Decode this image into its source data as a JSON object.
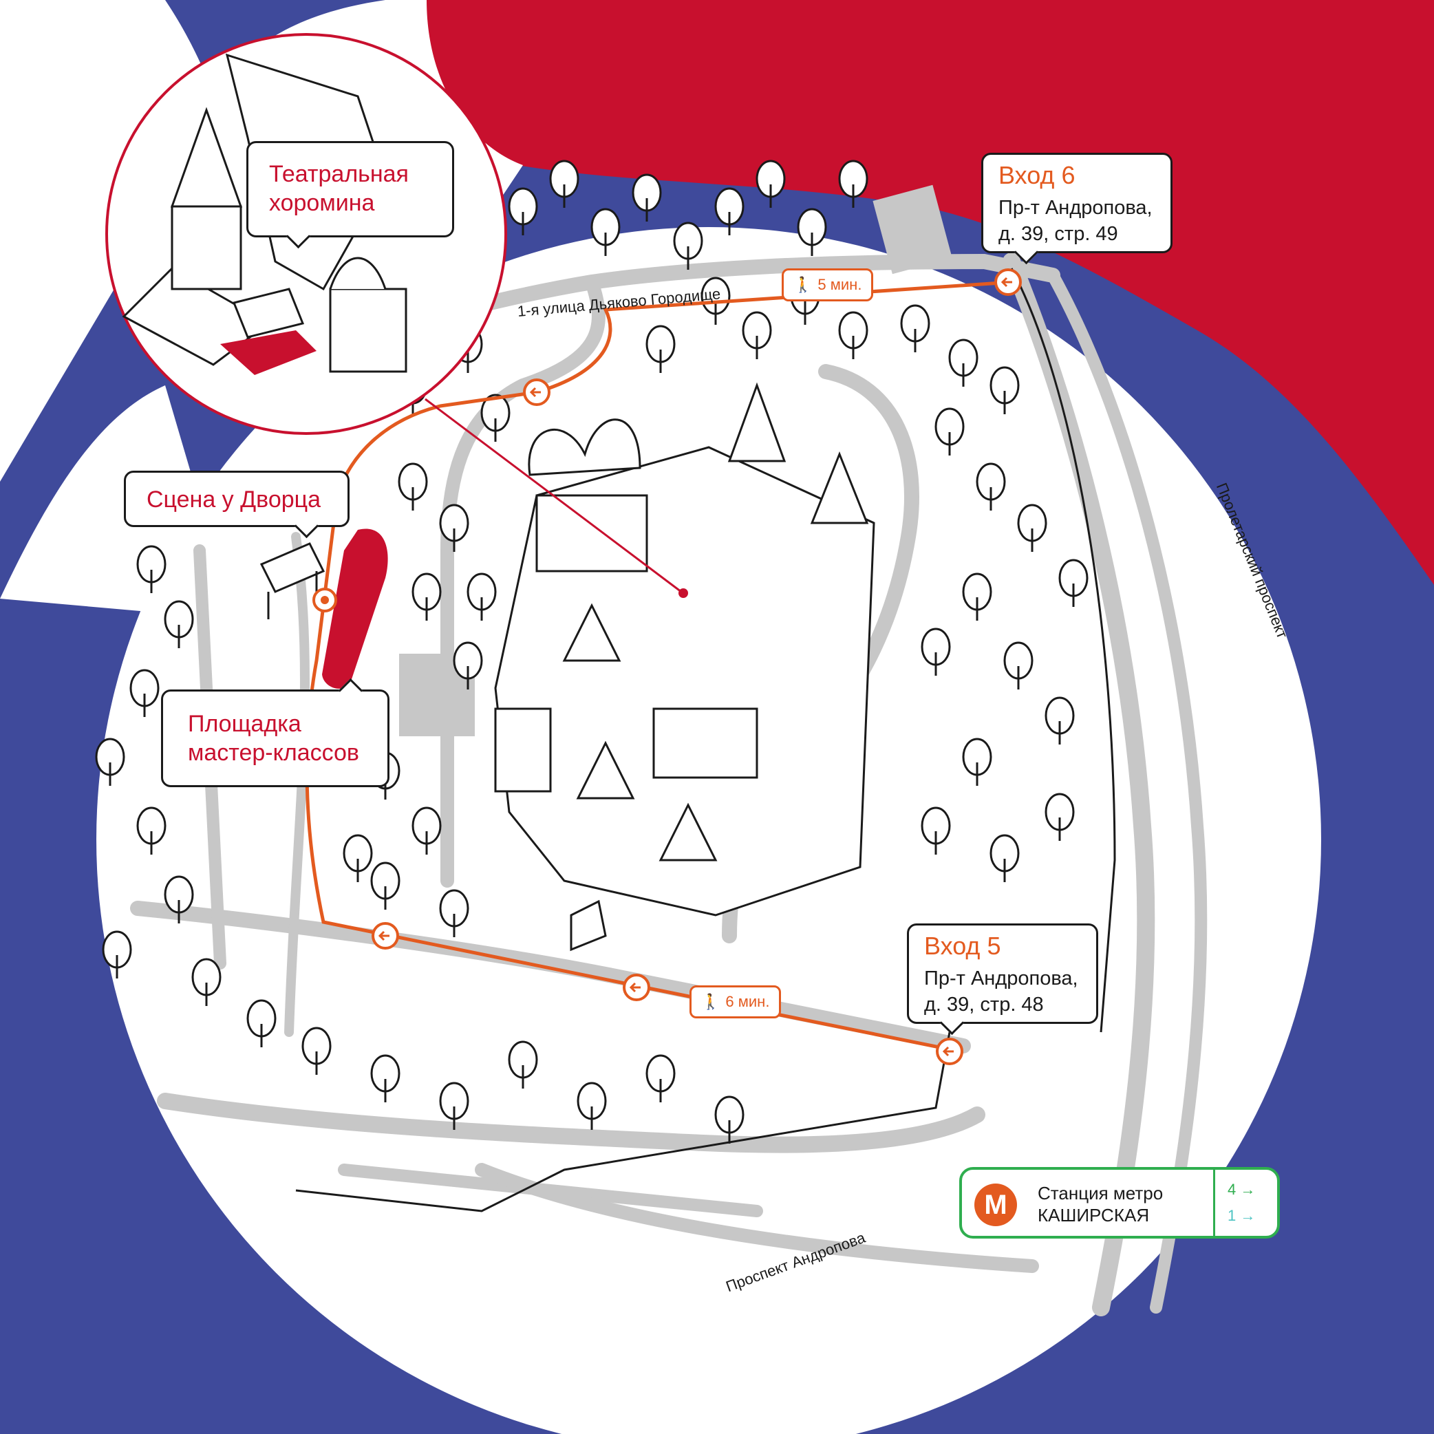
{
  "colors": {
    "blue": "#3f4a9b",
    "red": "#c8102e",
    "orange": "#e35a1f",
    "road": "#c7c7c7",
    "green": "#2fae4f",
    "teal": "#4cc3c2"
  },
  "callouts": {
    "teatralnaya": "Театральная\nхоромина",
    "scena": "Сцена у Дворца",
    "ploshchadka": "Площадка\nмастер-классов"
  },
  "entrances": {
    "vhod6": {
      "title": "Вход 6",
      "address": "Пр-т Андропова,\nд. 39, стр. 49"
    },
    "vhod5": {
      "title": "Вход 5",
      "address": "Пр-т Андропова,\nд. 39, стр. 48"
    }
  },
  "walk_times": {
    "top": "5 мин.",
    "bottom": "6 мин."
  },
  "streets": {
    "dyakovo": "1-я улица Дьяково Городище",
    "proletarsky": "Пролетарский проспект",
    "andropova": "Проспект Андропова"
  },
  "metro": {
    "label_line1": "Станция метро",
    "label_line2": "КАШИРСКАЯ",
    "logo": "М",
    "line4": "4 →",
    "line1": "1 →"
  },
  "icons": [
    "metro-logo-icon",
    "walker-icon",
    "arrow-left-icon",
    "marker-dot-icon"
  ]
}
